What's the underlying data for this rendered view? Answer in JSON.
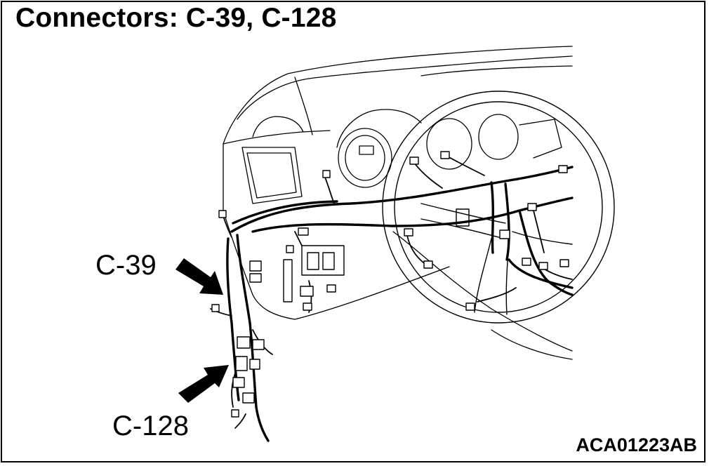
{
  "title": "Connectors: C-39, C-128",
  "callouts": [
    {
      "label": "C-39"
    },
    {
      "label": "C-128"
    }
  ],
  "figure_id": "ACA01223AB",
  "colors": {
    "line": "#000000",
    "background": "#ffffff"
  }
}
